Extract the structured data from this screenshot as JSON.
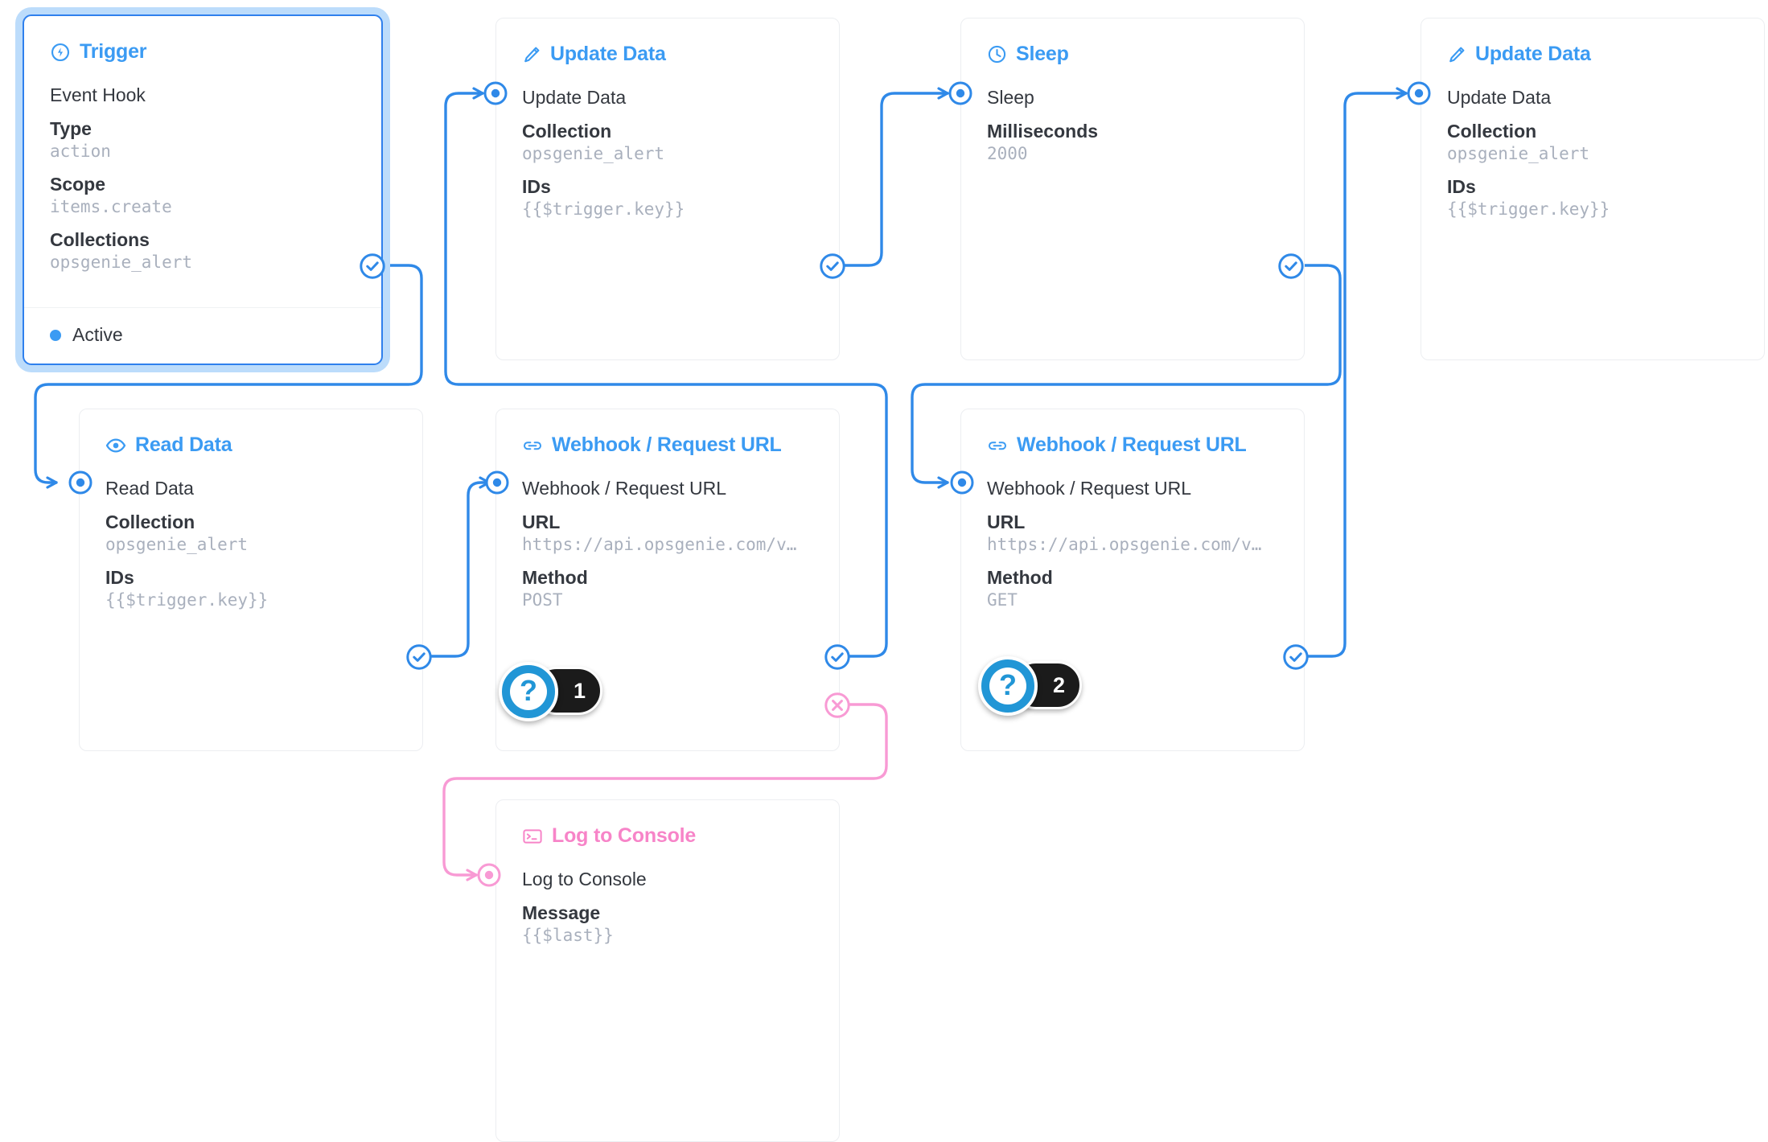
{
  "theme": {
    "accent_blue": "#3b9bf3",
    "wire_blue": "#2f89e8",
    "accent_pink": "#f784c8",
    "wire_pink": "#f89ad4",
    "badge_dark": "#1b1b1b",
    "value_gray": "#a9b0bd",
    "label_dark": "#34383f",
    "card_border": "#eceef1",
    "selection_halo": "#bcdcfb"
  },
  "nodes": {
    "trigger": {
      "header": "Trigger",
      "header_icon": "bolt-circle-icon",
      "subtitle": "Event Hook",
      "fields": [
        {
          "key": "Type",
          "value": "action"
        },
        {
          "key": "Scope",
          "value": "items.create"
        },
        {
          "key": "Collections",
          "value": "opsgenie_alert"
        }
      ],
      "status": "Active",
      "selected": true
    },
    "update_data_1": {
      "header": "Update Data",
      "header_icon": "pencil-icon",
      "subtitle": "Update Data",
      "fields": [
        {
          "key": "Collection",
          "value": "opsgenie_alert"
        },
        {
          "key": "IDs",
          "value": "{{$trigger.key}}"
        }
      ]
    },
    "sleep": {
      "header": "Sleep",
      "header_icon": "clock-icon",
      "subtitle": "Sleep",
      "fields": [
        {
          "key": "Milliseconds",
          "value": "2000"
        }
      ]
    },
    "update_data_2": {
      "header": "Update Data",
      "header_icon": "pencil-icon",
      "subtitle": "Update Data",
      "fields": [
        {
          "key": "Collection",
          "value": "opsgenie_alert"
        },
        {
          "key": "IDs",
          "value": "{{$trigger.key}}"
        }
      ]
    },
    "read_data": {
      "header": "Read Data",
      "header_icon": "eye-icon",
      "subtitle": "Read Data",
      "fields": [
        {
          "key": "Collection",
          "value": "opsgenie_alert"
        },
        {
          "key": "IDs",
          "value": "{{$trigger.key}}"
        }
      ]
    },
    "webhook_post": {
      "header": "Webhook / Request URL",
      "header_icon": "link-icon",
      "subtitle": "Webhook / Request URL",
      "fields": [
        {
          "key": "URL",
          "value": "https://api.opsgenie.com/v…"
        },
        {
          "key": "Method",
          "value": "POST"
        }
      ]
    },
    "webhook_get": {
      "header": "Webhook / Request URL",
      "header_icon": "link-icon",
      "subtitle": "Webhook / Request URL",
      "fields": [
        {
          "key": "URL",
          "value": "https://api.opsgenie.com/v…"
        },
        {
          "key": "Method",
          "value": "GET"
        }
      ]
    },
    "log_to_console": {
      "header": "Log to Console",
      "header_icon": "terminal-icon",
      "subtitle": "Log to Console",
      "fields": [
        {
          "key": "Message",
          "value": "{{$last}}"
        }
      ]
    }
  },
  "help_badges": [
    {
      "glyph": "?",
      "count": "1"
    },
    {
      "glyph": "?",
      "count": "2"
    }
  ]
}
